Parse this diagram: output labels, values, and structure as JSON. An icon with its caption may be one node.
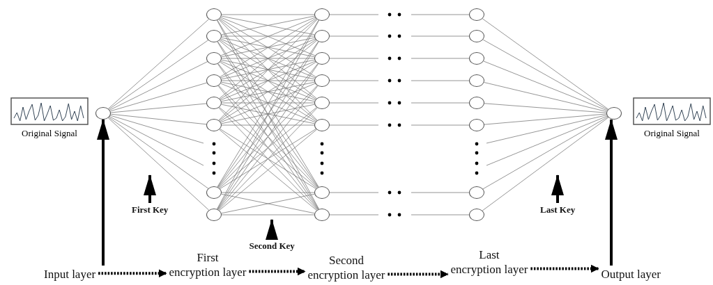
{
  "diagram": {
    "nodes": [
      {
        "text": [
          "Original Signal"
        ]
      },
      {
        "text": [],
        "shape": "circle"
      },
      {
        "text": [],
        "shape": "circle"
      },
      {
        "text": [],
        "shape": "circle"
      },
      {
        "text": [],
        "shape": "circle"
      },
      {
        "text": [],
        "shape": "circle"
      },
      {
        "text": [],
        "shape": "circle"
      },
      {
        "text": [],
        "shape": "circle"
      },
      {
        "text": [],
        "shape": "circle"
      },
      {
        "text": [],
        "shape": "circle"
      },
      {
        "text": [],
        "shape": "circle"
      },
      {
        "text": [],
        "shape": "circle"
      },
      {
        "text": [],
        "shape": "circle"
      },
      {
        "text": [],
        "shape": "circle"
      },
      {
        "text": [],
        "shape": "circle"
      },
      {
        "text": [],
        "shape": "circle"
      },
      {
        "text": [],
        "shape": "circle"
      },
      {
        "text": [],
        "shape": "circle"
      },
      {
        "text": [],
        "shape": "circle"
      },
      {
        "text": [],
        "shape": "circle"
      },
      {
        "text": [],
        "shape": "circle"
      },
      {
        "text": [],
        "shape": "circle"
      },
      {
        "text": [],
        "shape": "circle"
      },
      {
        "text": [],
        "shape": "circle"
      },
      {
        "text": [],
        "shape": "circle"
      },
      {
        "text": [],
        "shape": "circle"
      },
      {
        "text": [],
        "shape": "circle"
      },
      {
        "text": [
          "Original Signal"
        ]
      },
      {
        "text": [
          "First Key"
        ]
      },
      {
        "text": [
          "Second Key"
        ]
      },
      {
        "text": [
          "Last Key"
        ]
      },
      {
        "text": [
          "Input layer"
        ]
      },
      {
        "text": [
          "First encryption layer"
        ]
      },
      {
        "text": [
          "Second encryption layer"
        ]
      },
      {
        "text": [
          "Last encryption layer"
        ]
      },
      {
        "text": [
          "Output layer"
        ]
      }
    ],
    "edges": [
      {
        "from": 31,
        "to": 1,
        "arrow": "to",
        "style": "thick",
        "color": "#000000"
      },
      {
        "from": 35,
        "to": 26,
        "arrow": "to",
        "style": "thick",
        "color": "#000000"
      },
      {
        "from": 28,
        "to": null,
        "arrow": "to",
        "style": "thick",
        "color": "#000000"
      },
      {
        "from": 29,
        "to": null,
        "arrow": "to",
        "style": "thick",
        "color": "#000000"
      },
      {
        "from": 30,
        "to": null,
        "arrow": "to",
        "style": "thick",
        "color": "#000000"
      },
      {
        "from": 1,
        "to": 2,
        "arrow": "none"
      },
      {
        "from": 1,
        "to": 3,
        "arrow": "none"
      },
      {
        "from": 1,
        "to": 4,
        "arrow": "none"
      },
      {
        "from": 1,
        "to": 5,
        "arrow": "none"
      },
      {
        "from": 1,
        "to": 6,
        "arrow": "none"
      },
      {
        "from": 1,
        "to": 7,
        "arrow": "none"
      },
      {
        "from": 1,
        "to": null,
        "arrow": "none"
      },
      {
        "from": 1,
        "to": null,
        "arrow": "none"
      },
      {
        "from": 1,
        "to": 8,
        "arrow": "none"
      },
      {
        "from": 1,
        "to": 9,
        "arrow": "none"
      },
      {
        "from": 2,
        "to": 10,
        "arrow": "none"
      },
      {
        "from": 2,
        "to": 11,
        "arrow": "none"
      },
      {
        "from": 2,
        "to": 12,
        "arrow": "none"
      },
      {
        "from": 2,
        "to": 13,
        "arrow": "none"
      },
      {
        "from": 2,
        "to": 14,
        "arrow": "none"
      },
      {
        "from": 2,
        "to": 15,
        "arrow": "none"
      },
      {
        "from": 2,
        "to": 16,
        "arrow": "none"
      },
      {
        "from": 2,
        "to": 17,
        "arrow": "none"
      },
      {
        "from": 3,
        "to": 10,
        "arrow": "none"
      },
      {
        "from": 3,
        "to": 11,
        "arrow": "none"
      },
      {
        "from": 3,
        "to": 12,
        "arrow": "none"
      },
      {
        "from": 3,
        "to": 13,
        "arrow": "none"
      },
      {
        "from": 3,
        "to": 14,
        "arrow": "none"
      },
      {
        "from": 3,
        "to": 15,
        "arrow": "none"
      },
      {
        "from": 3,
        "to": 16,
        "arrow": "none"
      },
      {
        "from": 3,
        "to": 17,
        "arrow": "none"
      },
      {
        "from": 4,
        "to": 10,
        "arrow": "none"
      },
      {
        "from": 4,
        "to": 11,
        "arrow": "none"
      },
      {
        "from": 4,
        "to": 12,
        "arrow": "none"
      },
      {
        "from": 4,
        "to": 13,
        "arrow": "none"
      },
      {
        "from": 4,
        "to": 14,
        "arrow": "none"
      },
      {
        "from": 4,
        "to": 15,
        "arrow": "none"
      },
      {
        "from": 4,
        "to": 16,
        "arrow": "none"
      },
      {
        "from": 4,
        "to": 17,
        "arrow": "none"
      },
      {
        "from": 5,
        "to": 10,
        "arrow": "none"
      },
      {
        "from": 5,
        "to": 11,
        "arrow": "none"
      },
      {
        "from": 5,
        "to": 12,
        "arrow": "none"
      },
      {
        "from": 5,
        "to": 13,
        "arrow": "none"
      },
      {
        "from": 5,
        "to": 14,
        "arrow": "none"
      },
      {
        "from": 5,
        "to": 15,
        "arrow": "none"
      },
      {
        "from": 5,
        "to": 16,
        "arrow": "none"
      },
      {
        "from": 5,
        "to": 17,
        "arrow": "none"
      },
      {
        "from": 6,
        "to": 10,
        "arrow": "none"
      },
      {
        "from": 6,
        "to": 11,
        "arrow": "none"
      },
      {
        "from": 6,
        "to": 12,
        "arrow": "none"
      },
      {
        "from": 6,
        "to": 13,
        "arrow": "none"
      },
      {
        "from": 6,
        "to": 14,
        "arrow": "none"
      },
      {
        "from": 6,
        "to": 15,
        "arrow": "none"
      },
      {
        "from": 6,
        "to": 16,
        "arrow": "none"
      },
      {
        "from": 6,
        "to": 17,
        "arrow": "none"
      },
      {
        "from": 7,
        "to": 10,
        "arrow": "none"
      },
      {
        "from": 7,
        "to": 11,
        "arrow": "none"
      },
      {
        "from": 7,
        "to": 12,
        "arrow": "none"
      },
      {
        "from": 7,
        "to": 13,
        "arrow": "none"
      },
      {
        "from": 7,
        "to": 14,
        "arrow": "none"
      },
      {
        "from": 7,
        "to": 15,
        "arrow": "none"
      },
      {
        "from": 7,
        "to": 16,
        "arrow": "none"
      },
      {
        "from": 7,
        "to": 17,
        "arrow": "none"
      },
      {
        "from": 8,
        "to": 10,
        "arrow": "none"
      },
      {
        "from": 8,
        "to": 11,
        "arrow": "none"
      },
      {
        "from": 8,
        "to": 12,
        "arrow": "none"
      },
      {
        "from": 8,
        "to": 13,
        "arrow": "none"
      },
      {
        "from": 8,
        "to": 14,
        "arrow": "none"
      },
      {
        "from": 8,
        "to": 15,
        "arrow": "none"
      },
      {
        "from": 8,
        "to": 16,
        "arrow": "none"
      },
      {
        "from": 8,
        "to": 17,
        "arrow": "none"
      },
      {
        "from": 9,
        "to": 10,
        "arrow": "none"
      },
      {
        "from": 9,
        "to": 11,
        "arrow": "none"
      },
      {
        "from": 9,
        "to": 12,
        "arrow": "none"
      },
      {
        "from": 9,
        "to": 13,
        "arrow": "none"
      },
      {
        "from": 9,
        "to": 14,
        "arrow": "none"
      },
      {
        "from": 9,
        "to": 15,
        "arrow": "none"
      },
      {
        "from": 9,
        "to": 16,
        "arrow": "none"
      },
      {
        "from": 9,
        "to": 17,
        "arrow": "none"
      },
      {
        "from": 10,
        "to": null,
        "arrow": "none"
      },
      {
        "from": 11,
        "to": null,
        "arrow": "none"
      },
      {
        "from": 12,
        "to": null,
        "arrow": "none"
      },
      {
        "from": 13,
        "to": null,
        "arrow": "none"
      },
      {
        "from": 14,
        "to": null,
        "arrow": "none"
      },
      {
        "from": 15,
        "to": null,
        "arrow": "none"
      },
      {
        "from": 16,
        "to": null,
        "arrow": "none"
      },
      {
        "from": 17,
        "to": null,
        "arrow": "none"
      },
      {
        "from": null,
        "to": 18,
        "arrow": "none"
      },
      {
        "from": null,
        "to": 19,
        "arrow": "none"
      },
      {
        "from": null,
        "to": 20,
        "arrow": "none"
      },
      {
        "from": null,
        "to": 21,
        "arrow": "none"
      },
      {
        "from": null,
        "to": 22,
        "arrow": "none"
      },
      {
        "from": null,
        "to": 23,
        "arrow": "none"
      },
      {
        "from": null,
        "to": 24,
        "arrow": "none"
      },
      {
        "from": null,
        "to": 25,
        "arrow": "none"
      },
      {
        "from": 18,
        "to": 26,
        "arrow": "none"
      },
      {
        "from": 19,
        "to": 26,
        "arrow": "none"
      },
      {
        "from": 20,
        "to": 26,
        "arrow": "none"
      },
      {
        "from": 21,
        "to": 26,
        "arrow": "none"
      },
      {
        "from": 22,
        "to": 26,
        "arrow": "none"
      },
      {
        "from": 23,
        "to": 26,
        "arrow": "none"
      },
      {
        "from": null,
        "to": 26,
        "arrow": "none"
      },
      {
        "from": null,
        "to": 26,
        "arrow": "none"
      },
      {
        "from": 24,
        "to": 26,
        "arrow": "none"
      },
      {
        "from": 25,
        "to": 26,
        "arrow": "none"
      },
      {
        "from": 31,
        "to": 32,
        "arrow": "to",
        "style": "dashed",
        "color": "#000000"
      },
      {
        "from": 32,
        "to": 33,
        "arrow": "to",
        "style": "dashed",
        "color": "#000000"
      },
      {
        "from": 33,
        "to": 34,
        "arrow": "to",
        "style": "dashed",
        "color": "#000000"
      },
      {
        "from": 34,
        "to": 35,
        "arrow": "to",
        "style": "dashed",
        "color": "#000000"
      }
    ]
  }
}
